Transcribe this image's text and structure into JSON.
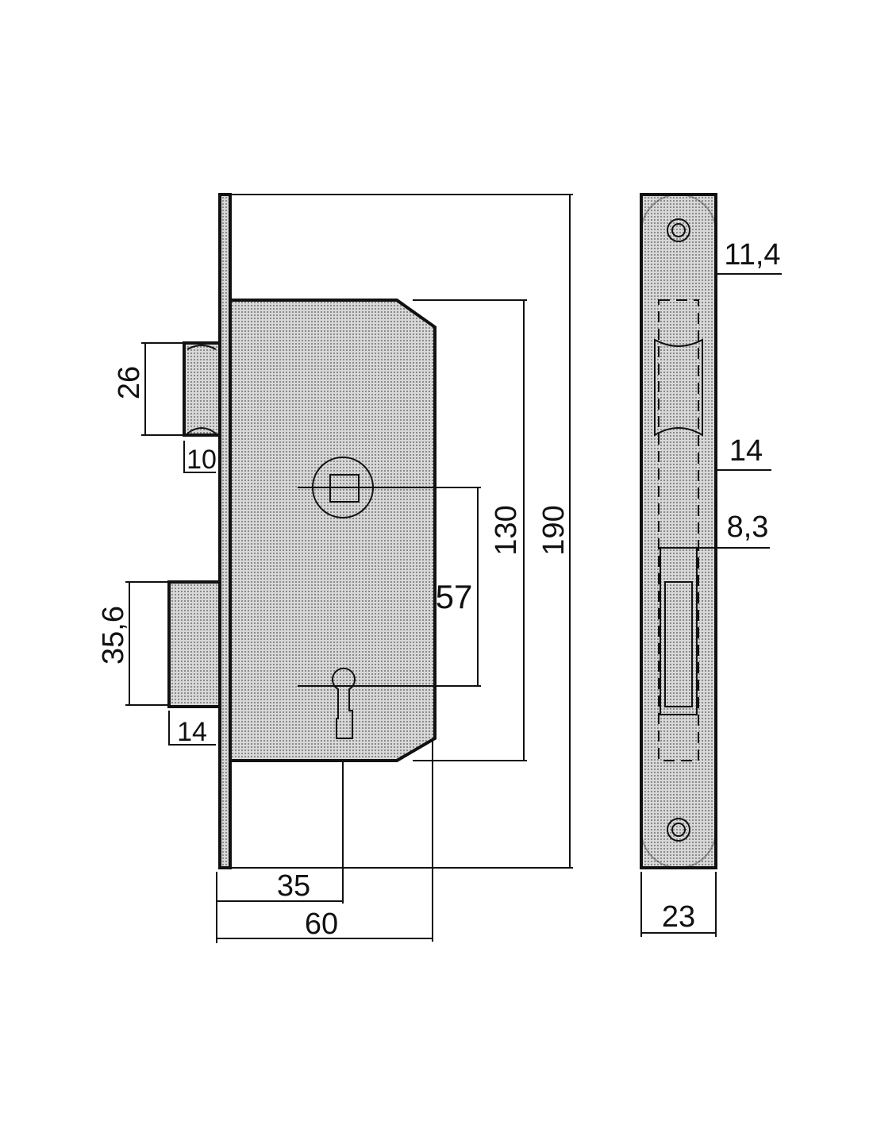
{
  "colors": {
    "line": "#111111",
    "fill": "#c9c9c9",
    "background": "#ffffff"
  },
  "dimensions": {
    "latch_height": "26",
    "latch_projection": "10",
    "deadbolt_height": "35,6",
    "deadbolt_projection": "14",
    "case_height": "130",
    "faceplate_height": "190",
    "handle_to_key": "57",
    "backset": "35",
    "case_depth": "60",
    "strike_top_offset": "11,4",
    "strike_mid_offset": "14",
    "strike_lower_offset": "8,3",
    "faceplate_width": "23"
  }
}
